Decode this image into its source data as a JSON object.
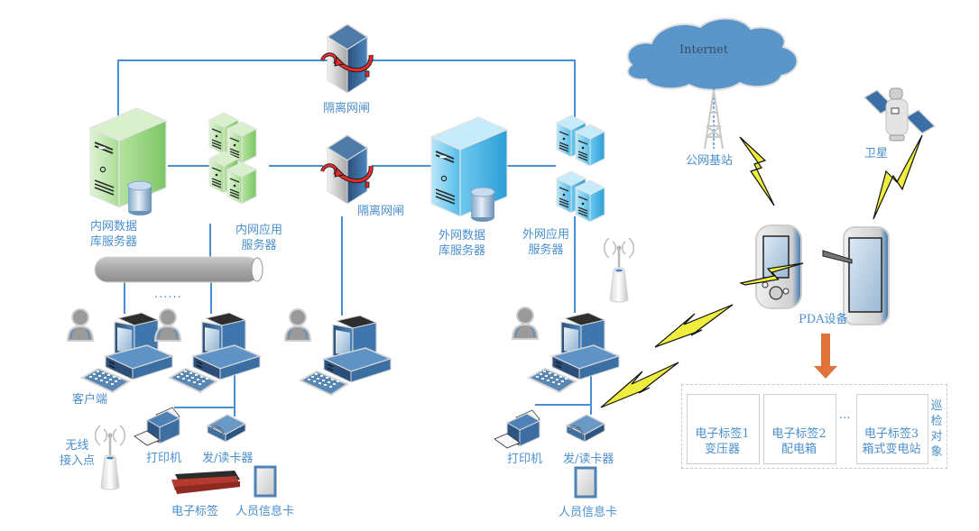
{
  "diagram": {
    "colors": {
      "line": "#4a8fd0",
      "label": "#4a8fd0",
      "intranet_server": "#8fd07a",
      "extranet_server": "#4fb8e8",
      "cloud": "#5b96cb",
      "lightning": "#f2f03a",
      "arrow": "#e0733a",
      "tag_red": "#b73a2e"
    },
    "nodes": {
      "gatekeeper_top": {
        "label": "隔离网闸",
        "icon": "firewall-gatekeeper"
      },
      "gatekeeper_mid": {
        "label": "隔离网闸",
        "icon": "firewall-gatekeeper"
      },
      "intranet_db_server": {
        "label_line1": "内网数据",
        "label_line2": "库服务器",
        "icon": "database-server"
      },
      "intranet_app_server": {
        "label_line1": "内网应用",
        "label_line2": "服务器",
        "icon": "server-cluster"
      },
      "extranet_db_server": {
        "label_line1": "外网数据",
        "label_line2": "库服务器",
        "icon": "database-server"
      },
      "extranet_app_server": {
        "label_line1": "外网应用",
        "label_line2": "服务器",
        "icon": "server-cluster"
      },
      "internet": {
        "label": "Internet",
        "icon": "cloud"
      },
      "base_station": {
        "label": "公网基站",
        "icon": "cell-tower"
      },
      "satellite": {
        "label": "卫星",
        "icon": "satellite"
      },
      "pda": {
        "label": "PDA设备",
        "icon": "pda"
      },
      "clients": {
        "label": "客户端",
        "ellipsis": "......",
        "icon": "workstation"
      },
      "wireless_ap": {
        "label_line1": "无线",
        "label_line2": "接入点",
        "icon": "wireless-router"
      },
      "printer_left": {
        "label": "打印机",
        "icon": "printer"
      },
      "card_reader_left": {
        "label": "发/读卡器",
        "icon": "card-reader"
      },
      "rfid_tag_left": {
        "label": "电子标签",
        "icon": "rfid-tag"
      },
      "id_card_left": {
        "label": "人员信息卡",
        "icon": "id-card"
      },
      "printer_right": {
        "label": "打印机",
        "icon": "printer"
      },
      "card_reader_right": {
        "label": "发/读卡器",
        "icon": "card-reader"
      },
      "id_card_right": {
        "label": "人员信息卡",
        "icon": "id-card"
      }
    },
    "inspection": {
      "side_label": [
        "巡",
        "检",
        "对",
        "象"
      ],
      "ellipsis": "...",
      "tags": [
        {
          "line1": "电子标签1",
          "line2": "变压器"
        },
        {
          "line1": "电子标签2",
          "line2": "配电箱"
        },
        {
          "line1": "电子标签3",
          "line2": "箱式变电站"
        }
      ]
    }
  }
}
